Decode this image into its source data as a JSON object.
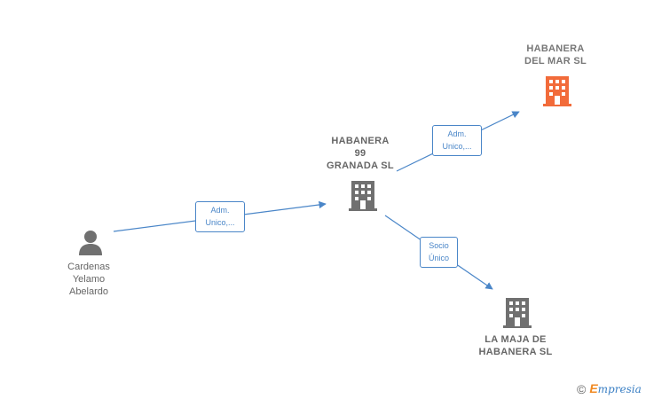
{
  "nodes": {
    "person": {
      "lines": [
        "Cardenas",
        "Yelamo",
        "Abelardo"
      ]
    },
    "habanera99": {
      "lines": [
        "HABANERA",
        "99",
        "GRANADA  SL"
      ]
    },
    "habanera_mar": {
      "lines": [
        "HABANERA",
        "DEL MAR  SL"
      ]
    },
    "la_maja": {
      "lines": [
        "LA MAJA DE",
        "HABANERA  SL"
      ]
    }
  },
  "edges": {
    "person_to_h99": {
      "lines": [
        "Adm.",
        "Unico,..."
      ]
    },
    "h99_to_mar": {
      "lines": [
        "Adm.",
        "Unico,..."
      ]
    },
    "h99_to_maja": {
      "lines": [
        "Socio",
        "Único"
      ]
    }
  },
  "watermark": {
    "copyright": "©",
    "brand_initial": "E",
    "brand_rest": "mpresia"
  },
  "colors": {
    "edge": "#4a86c8",
    "node_gray": "#707070",
    "highlight": "#f26b3a"
  },
  "icons": {
    "person": "person-icon",
    "company": "building-icon"
  }
}
